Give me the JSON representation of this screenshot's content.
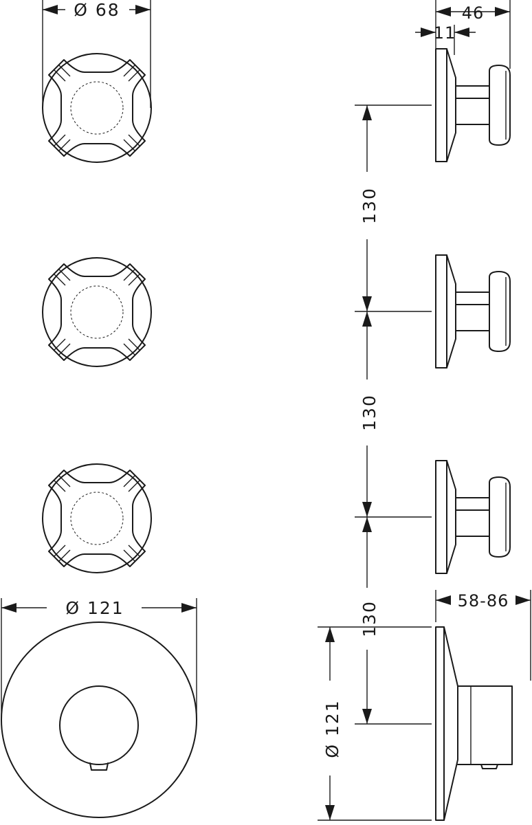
{
  "dimensions": {
    "handle_diameter": "Ø 68",
    "depth_total": "46",
    "depth_rosette": "11",
    "spacing_1": "130",
    "spacing_2": "130",
    "spacing_3": "130",
    "plate_diameter_front": "Ø 121",
    "plate_depth_range": "58-86",
    "plate_diameter_side": "Ø 121"
  }
}
